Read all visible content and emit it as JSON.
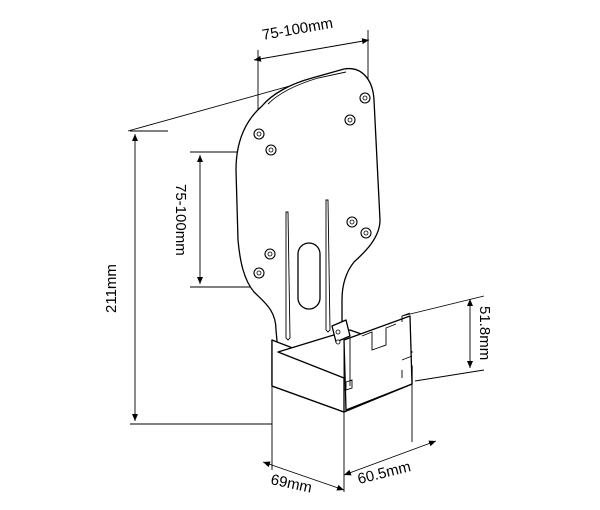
{
  "dimensions": {
    "top_width": "75-100mm",
    "left_height": "75-100mm",
    "total_height": "211mm",
    "depth": "51.8mm",
    "base_width": "69mm",
    "base_depth": "60.5mm"
  }
}
